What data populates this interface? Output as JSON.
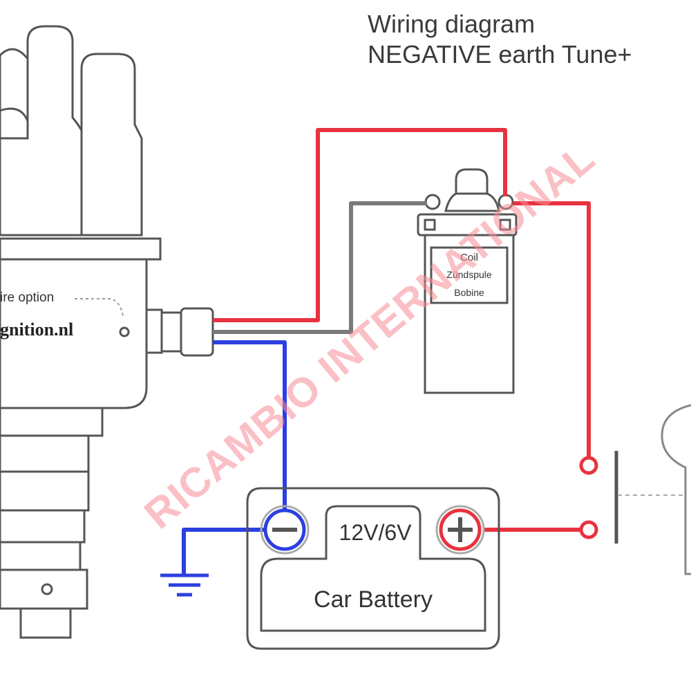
{
  "title": {
    "line1": "Wiring diagram",
    "line2": "NEGATIVE earth Tune+"
  },
  "coil": {
    "line1": "Coil",
    "line2": "Zündspule",
    "line3": "Bobine"
  },
  "distributor": {
    "wire_option": "ire option",
    "brand": "gnition.nl"
  },
  "battery": {
    "voltage": "12V/6V",
    "label": "Car Battery"
  },
  "watermark": "RICAMBIO INTERNATIONAL",
  "colors": {
    "positive_wire": "#e8323f",
    "negative_wire": "#2c3fe0",
    "signal_wire": "#7a7a7a",
    "outline": "#555555",
    "watermark": "#f58c96"
  }
}
